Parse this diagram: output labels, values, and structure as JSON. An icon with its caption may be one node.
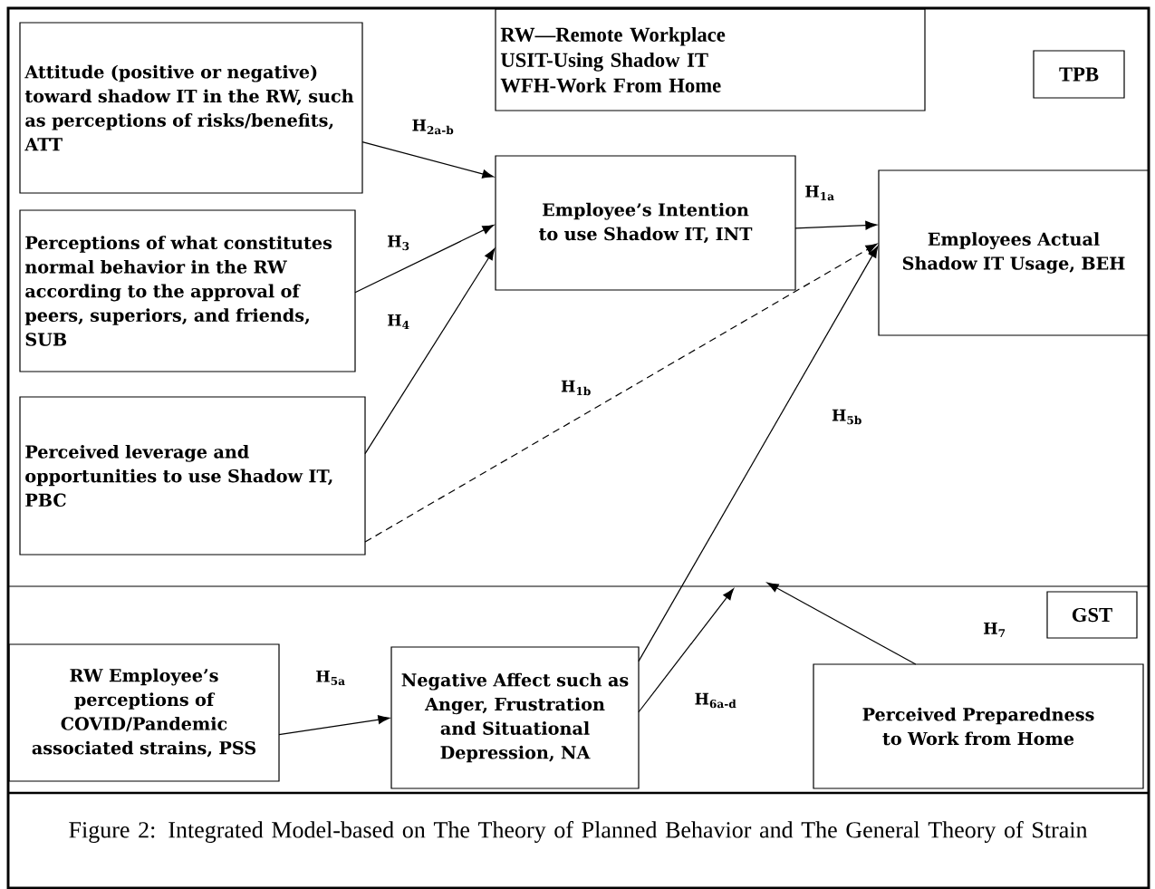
{
  "diagram": {
    "caption": "Figure 2: Integrated Model-based on The Theory of Planned Behavior and The General Theory of Strain",
    "nodes": [
      {
        "text": [
          "Attitude (positive or negative) toward shadow IT in the RW, such as perceptions of risks/benefits, ATT"
        ]
      },
      {
        "text": [
          "Perceptions of what constitutes normal behavior in the RW according to the approval of peers, superiors, and friends, SUB"
        ]
      },
      {
        "text": [
          "Perceived leverage and opportunities to use Shadow IT, PBC"
        ]
      },
      {
        "text": [
          "RW—Remote Workplace",
          "USIT-Using Shadow IT",
          "WFH-Work From Home"
        ]
      },
      {
        "text": [
          "TPB"
        ]
      },
      {
        "text": [
          "Employee’s Intention to use Shadow IT, INT"
        ]
      },
      {
        "text": [
          "Employees Actual Shadow IT Usage, BEH"
        ]
      },
      {
        "text": [
          "GST"
        ]
      },
      {
        "text": [
          "RW Employee’s perceptions of COVID/Pandemic associated strains, PSS"
        ]
      },
      {
        "text": [
          "Negative Affect such as Anger, Frustration and Situational Depression, NA"
        ]
      },
      {
        "text": [
          "Perceived Preparedness to Work from Home"
        ]
      }
    ],
    "edges": [
      {
        "from": 0,
        "to": 5,
        "arrow": "to",
        "label": "H$_{2a-b}$"
      },
      {
        "from": 1,
        "to": 5,
        "arrow": "to",
        "label": "H$_{3}$"
      },
      {
        "from": 2,
        "to": 5,
        "arrow": "to",
        "label": "H$_{4}$"
      },
      {
        "from": 5,
        "to": 6,
        "arrow": "to",
        "label": "H$_{1a}$"
      },
      {
        "from": 2,
        "to": 6,
        "arrow": "to",
        "label": "H$_{1b}$",
        "style": "dashed"
      },
      {
        "from": 9,
        "to": 6,
        "arrow": "to",
        "label": "H$_{5b}$"
      },
      {
        "from": 8,
        "to": 9,
        "arrow": "to",
        "label": "H$_{5a}$"
      },
      {
        "from": 9,
        "to": null,
        "arrow": "to",
        "label": "H$_{6a-d}$"
      },
      {
        "from": 10,
        "to": null,
        "arrow": "to",
        "label": "H$_{7}$"
      }
    ]
  }
}
